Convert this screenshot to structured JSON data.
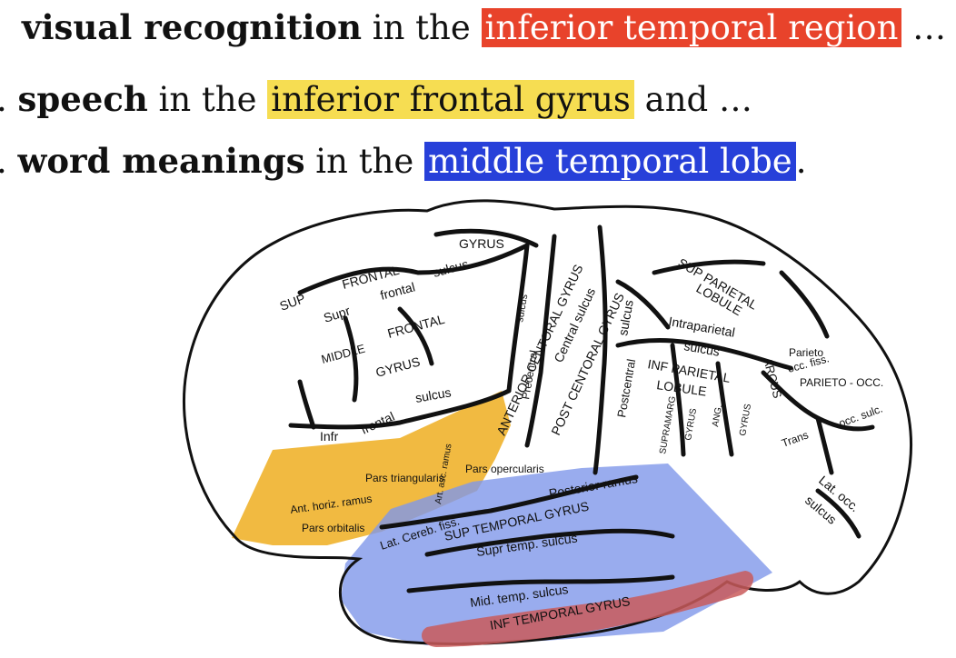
{
  "intro": {
    "line1": {
      "bullet": "",
      "bold": "visual recognition",
      "mid": " in the ",
      "highlight": "inferior temporal region",
      "tail": " …"
    },
    "line2": {
      "bullet": ".",
      "bold": "speech",
      "mid": " in the ",
      "highlight": "inferior frontal gyrus",
      "tail": " and …"
    },
    "line3": {
      "bullet": ".",
      "bold": "word meanings",
      "mid": " in the ",
      "highlight": "middle temporal lobe",
      "tail": "."
    }
  },
  "colors": {
    "red": "#e8432b",
    "yellow": "#f6dd52",
    "blue": "#2740d9",
    "overlay_yellow": "#f0b637",
    "overlay_blue": "#7f97ea",
    "overlay_red": "#c95b5b"
  },
  "brain": {
    "labels": {
      "gyrus_top": "GYRUS",
      "sup": "SUP",
      "frontal": "FRONTAL",
      "frontal_lc": "frontal",
      "sulcus1": "sulcus",
      "supr": "Supr",
      "middle": "MIDDLE",
      "frontal2": "FRONTAL",
      "gyrus_mid": "GYRUS",
      "sulcus2": "sulcus",
      "infr": "Infr",
      "frontal3": "frontal",
      "ant_central": "ANTERIOR CENTORAL GYRUS",
      "central_sulcus": "Central sulcus",
      "sulcus_v": "sulcus",
      "precentral": "Precentral",
      "post_central": "POST CENTORAL GYRUS",
      "sulcus_post": "sulcus",
      "postcentral": "Postcentral",
      "sup_parietal": "SUP PARIETAL",
      "lobule": "LOBULE",
      "intraparietal": "Intraparietal",
      "sulcus_ip": "sulcus",
      "inf_parietal": "INF PARIETAL",
      "lobule2": "LOBULE",
      "arcus": "ARCUS",
      "parieto": "Parieto",
      "occ_fiss": "occ. fiss.",
      "parieto_occ": "PARIETO - OCC.",
      "trans": "Trans",
      "occ_sulc": "occ. sulc.",
      "lat_occ": "Lat. occ.",
      "sulcus_occ": "sulcus",
      "supramarg": "SUPRAMARG",
      "gyrus_sm": "GYRUS",
      "ang": "ANG.",
      "gyrus_ang": "GYRUS",
      "pars_tri": "Pars triangularis",
      "art_asc": "Art. asc. ramus",
      "pars_op": "Pars opercularis",
      "ant_horiz": "Ant. horiz. ramus",
      "pars_orb": "Pars orbitalis",
      "posterior_ramus": "Posterior ramus",
      "lat_cereb": "Lat. Cereb. fiss.",
      "sup_temporal": "SUP TEMPORAL GYRUS",
      "supr_temp": "Supr temp. sulcus",
      "mid_temp": "Mid. temp. sulcus",
      "inf_temporal": "INF TEMPORAL GYRUS"
    }
  }
}
